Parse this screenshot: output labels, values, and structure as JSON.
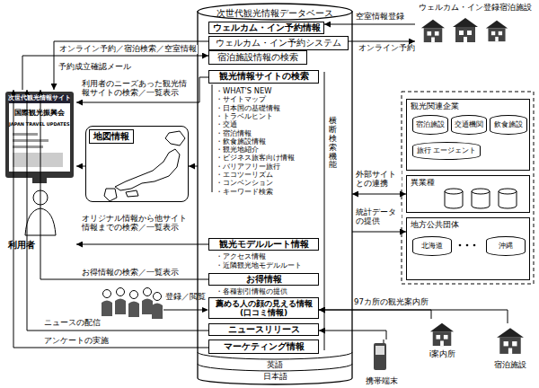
{
  "diagram": {
    "nodes": [
      {
        "text": [
          "次世代観光情報データベース"
        ]
      },
      {
        "text": [
          "ウェルカム・イン予約情報"
        ],
        "in": 0
      },
      {
        "text": [
          "ウェルカム・イン予約システム"
        ],
        "in": 0
      },
      {
        "text": [
          "宿泊施設情報の検索"
        ],
        "in": 0
      },
      {
        "text": [
          "観光情報サイトの検索"
        ],
        "in": 0
      },
      {
        "text": [
          "観光モデルルート情報"
        ],
        "in": 0
      },
      {
        "text": [
          "お得情報"
        ],
        "in": 0
      },
      {
        "text": [
          "薦める人の顔の見える情報 (口コミ情報)"
        ],
        "in": 0
      },
      {
        "text": [
          "ニュースリリース"
        ],
        "in": 0
      },
      {
        "text": [
          "マーケティング情報"
        ],
        "in": 0
      },
      {
        "text": [
          "地図情報"
        ]
      },
      {
        "text": [
          "利用者"
        ]
      },
      {
        "text": [
          "ウェルカム・イン登録宿泊施設"
        ]
      },
      {
        "text": [
          "観光関連企業"
        ]
      },
      {
        "text": [
          "宿泊施設"
        ],
        "in": 13
      },
      {
        "text": [
          "交通機関"
        ],
        "in": 13
      },
      {
        "text": [
          "飲食施設"
        ],
        "in": 13
      },
      {
        "text": [
          "旅行 エージェント"
        ],
        "in": 13
      },
      {
        "text": [
          "異業種"
        ]
      },
      {
        "text": [
          "地方公共団体"
        ]
      },
      {
        "text": [
          "北海道"
        ],
        "in": 19
      },
      {
        "text": [
          "沖縄"
        ],
        "in": 19
      },
      {
        "text": [
          "i案内所"
        ]
      },
      {
        "text": [
          "宿泊施設"
        ]
      },
      {
        "text": [
          "携帯端末"
        ]
      }
    ],
    "edges": [
      {
        "from": 11,
        "to": 3,
        "arrow": "to",
        "label": "オンライン予約／宿泊検索／空室情報"
      },
      {
        "from": 2,
        "to": 11,
        "arrow": "to",
        "label": "予約成立確認メール"
      },
      {
        "from": 4,
        "to": 11,
        "arrow": "to",
        "label": "利用者のニーズあった観光情報サイトの検索／一覧表示"
      },
      {
        "from": 0,
        "to": 10,
        "arrow": "to"
      },
      {
        "from": 10,
        "to": 11,
        "arrow": "to"
      },
      {
        "from": 5,
        "to": 11,
        "arrow": "to",
        "label": "オリジナル情報から他サイト情報までの検索／一覧表示"
      },
      {
        "from": 6,
        "to": 11,
        "arrow": "to",
        "label": "お得情報の検索／一覧表示"
      },
      {
        "from": 8,
        "to": 11,
        "arrow": "to",
        "label": "ニュースの配信"
      },
      {
        "from": 9,
        "to": 11,
        "arrow": "to",
        "label": "アンケートの実施"
      },
      {
        "from": 12,
        "to": 1,
        "arrow": "to",
        "label": "空室情報登録"
      },
      {
        "from": 2,
        "to": 12,
        "arrow": "to",
        "label": "オンライン予約"
      },
      {
        "from": 0,
        "to": 18,
        "arrow": "both",
        "label": "外部サイトとの連携"
      },
      {
        "from": 0,
        "to": 19,
        "arrow": "to",
        "label": "統計データの提供"
      },
      {
        "from": 22,
        "to": 7,
        "arrow": "to",
        "label": "97カ所の観光案内所"
      },
      {
        "from": 23,
        "to": 7,
        "arrow": "to"
      },
      {
        "from": 24,
        "to": 8,
        "arrow": "to"
      }
    ],
    "labels": [
      "・WHAT'S NEW",
      "・サイトマップ",
      "・日本国の基礎情報",
      "・トラベルヒント",
      "・交通",
      "・宿泊情報",
      "・飲食施設情報",
      "・観光地紹介",
      "・ビジネス旅客向け情報",
      "・バリアフリー旅行",
      "・エコツーリズム",
      "・コンベンション",
      "・キーワード検索",
      "横断検索機能",
      "・アクセス情報",
      "・近隣観光地モデルルート",
      "・各種割引情報の提供",
      "英語",
      "日本語",
      "次世代観光情報サイト",
      "国際観光振興会",
      "JAPAN TRAVEL UPDATES",
      "登録／閲覧"
    ]
  }
}
